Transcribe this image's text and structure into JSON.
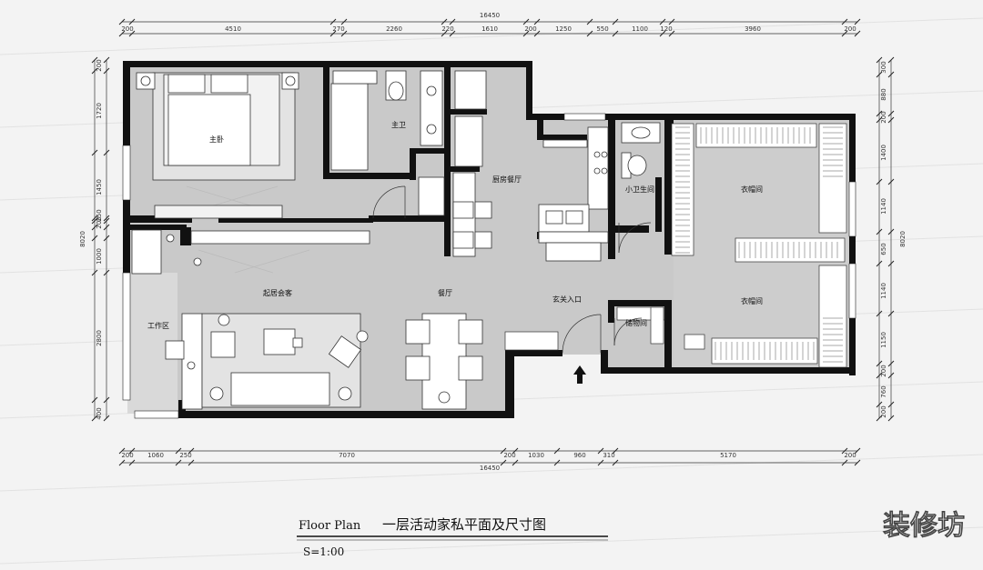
{
  "dimensions": {
    "top_total": "16450",
    "top_segments": [
      "200",
      "4510",
      "270",
      "2260",
      "220",
      "1610",
      "200",
      "1250",
      "550",
      "1100",
      "120",
      "3960",
      "200"
    ],
    "bottom_segments": [
      "200",
      "1060",
      "250",
      "7070",
      "200",
      "1030",
      "960",
      "310",
      "5170",
      "200"
    ],
    "bottom_total": "16450",
    "left_total": "8020",
    "left_segments": [
      "200",
      "1720",
      "1450",
      "250",
      "200",
      "1000",
      "2800",
      "400"
    ],
    "right_total": "8020",
    "right_segments": [
      "300",
      "880",
      "200",
      "1400",
      "1140",
      "650",
      "1140",
      "1150",
      "200",
      "760",
      "200"
    ]
  },
  "rooms": {
    "master_bedroom": "主卧",
    "master_bath": "主卫",
    "kitchen_dining": "厨房餐厅",
    "small_bath": "小卫生间",
    "cloakroom_upper": "衣帽间",
    "living_room": "起居会客",
    "dining": "餐厅",
    "entrance": "玄关入口",
    "storage": "储物间",
    "cloakroom_lower": "衣帽间",
    "study": "工作区"
  },
  "title": {
    "english": "Floor Plan",
    "chinese": "一层活动家私平面及尺寸图",
    "scale": "S=1:00"
  },
  "watermark": "装修坊",
  "colors": {
    "wall": "#111111",
    "floor": "#c9c9c9",
    "background": "#f3f3f3",
    "line": "#333333"
  }
}
